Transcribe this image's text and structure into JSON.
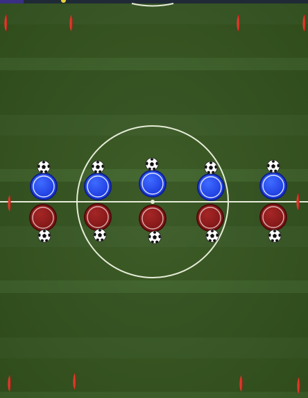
{
  "scene": {
    "type": "football pitch drill setup",
    "colors": {
      "home_team": "#1a3ff0",
      "away_team": "#8b1a1a",
      "pitch_line": "#e6ecd8",
      "cone": "#e0392c",
      "grass_dark": "#34541f",
      "grass_light": "#3f632a"
    }
  },
  "players": {
    "blue": [
      {
        "id": "b1",
        "icon": "blue-player-token"
      },
      {
        "id": "b2",
        "icon": "blue-player-token"
      },
      {
        "id": "b3",
        "icon": "blue-player-token"
      },
      {
        "id": "b4",
        "icon": "blue-player-token"
      },
      {
        "id": "b5",
        "icon": "blue-player-token"
      }
    ],
    "red": [
      {
        "id": "r1",
        "icon": "red-player-token"
      },
      {
        "id": "r2",
        "icon": "red-player-token"
      },
      {
        "id": "r3",
        "icon": "red-player-token"
      },
      {
        "id": "r4",
        "icon": "red-player-token"
      },
      {
        "id": "r5",
        "icon": "red-player-token"
      }
    ]
  },
  "balls": {
    "count": 10,
    "icon": "soccer-ball-icon"
  },
  "cones": {
    "count": 10,
    "icon": "cone-icon"
  }
}
